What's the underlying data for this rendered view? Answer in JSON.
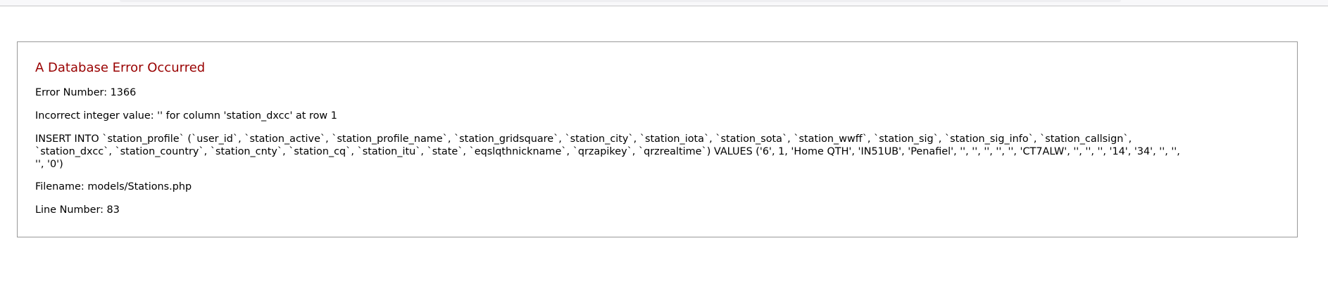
{
  "browser": {
    "topbar_color": "#f8f8fa"
  },
  "error": {
    "title": "A Database Error Occurred",
    "title_color": "#990000",
    "error_number_label": "Error Number: 1366",
    "message": "Incorrect integer value: '' for column 'station_dxcc' at row 1",
    "query": "INSERT INTO `station_profile` (`user_id`, `station_active`, `station_profile_name`, `station_gridsquare`, `station_city`, `station_iota`, `station_sota`, `station_wwff`, `station_sig`, `station_sig_info`, `station_callsign`, `station_dxcc`, `station_country`, `station_cnty`, `station_cq`, `station_itu`, `state`, `eqslqthnickname`, `qrzapikey`, `qrzrealtime`) VALUES ('6', 1, 'Home QTH', 'IN51UB', 'Penafiel', '', '', '', '', '', 'CT7ALW', '', '', '', '14', '34', '', '', '', '0')",
    "query_lines": [
      "INSERT INTO `station_profile` (`user_id`, `station_active`, `station_profile_name`, `station_gridsquare`, `station_city`, `station_iota`, `station_sota`, `station_wwff`, `station_sig`, `station_sig_info`, `station_callsign`,",
      "`station_dxcc`, `station_country`, `station_cnty`, `station_cq`, `station_itu`, `state`, `eqslqthnickname`, `qrzapikey`, `qrzrealtime`) VALUES ('6', 1, 'Home QTH', 'IN51UB', 'Penafiel', '', '', '', '', '', 'CT7ALW', '', '', '', '14', '34', '', '',",
      "'', '0')"
    ],
    "filename_label": "Filename: models/Stations.php",
    "line_number_label": "Line Number: 83"
  }
}
